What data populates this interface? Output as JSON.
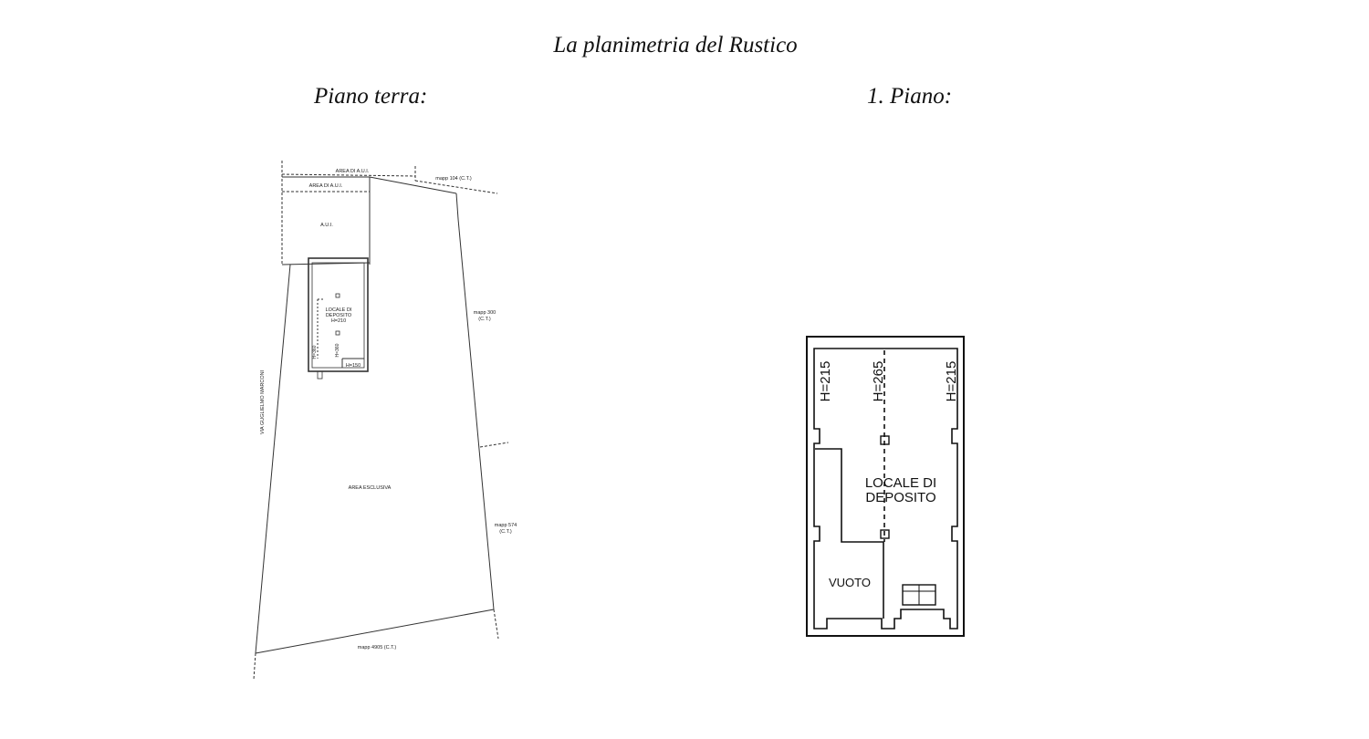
{
  "title": "La planimetria del Rustico",
  "ground_floor": {
    "heading": "Piano terra:",
    "labels": {
      "area_top": "AREA DI A.U.I.",
      "area_mid": "AREA DI A.U.I.",
      "aui": "A.U.I.",
      "mapp_top": "mapp 104 (C.T.)",
      "mapp_right1_a": "mapp 300",
      "mapp_right1_b": "(C.T.)",
      "mapp_right2_a": "mapp 574",
      "mapp_right2_b": "(C.T.)",
      "mapp_bottom": "mapp 4905 (C.T.)",
      "street": "VIA GUGLIELMO MARCONI",
      "area_esclusiva": "AREA ESCLUSIVA",
      "locale_1": "LOCALE DI",
      "locale_2": "DEPOSITO",
      "locale_h": "H=210",
      "h_left": "H=360",
      "h_mid": "H=360",
      "h_bottom": "H=150"
    }
  },
  "first_floor": {
    "heading": "1. Piano:",
    "labels": {
      "h1": "H=215",
      "h2": "H=265",
      "h3": "H=215",
      "locale_1": "LOCALE DI",
      "locale_2": "DEPOSITO",
      "vuoto": "VUOTO"
    }
  }
}
